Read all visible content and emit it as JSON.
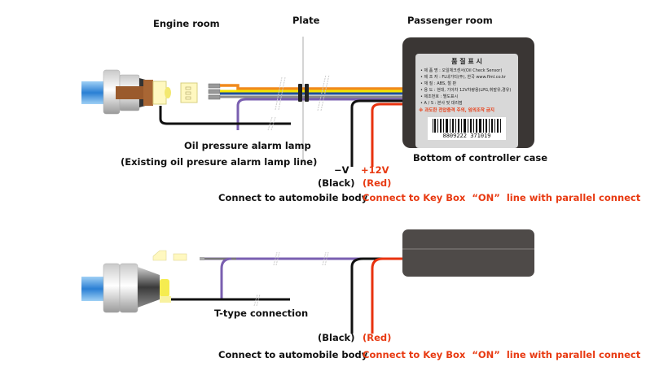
{
  "headers": {
    "engine_room": "Engine room",
    "plate": "Plate",
    "passenger_room": "Passenger room"
  },
  "top_diagram": {
    "oil_lamp": "Oil pressure alarm lamp",
    "existing_line": "(Existing oil presure alarm lamp line)",
    "minus_v": "−V",
    "black": "(Black)",
    "plus_12v": "+12V",
    "red": "(Red)",
    "case_caption": "Bottom of controller case",
    "connect_body": "Connect to automobile body",
    "connect_key": "Connect to Key Box  “ON”  line with parallel connect"
  },
  "case_label": {
    "title": "품 질 표 시",
    "lines": [
      "• 제 품 명 : 오일체크센서(Oil Check Sensor)",
      "• 제 조 자 : FL네가티(주), 한국  www.flml.co.kr",
      "• 재      질 : ABS, 철 판",
      "• 용      도 : 현대, 기아차 12V차량용(LPG,휘발유,경유)",
      "• 제조번호 : 별도표시",
      "• A  /  S : 본사 및 대리점"
    ],
    "warning": "※ 과도한 전압충격 주의, 임의조작 금지",
    "barcode": "8809222 371019"
  },
  "bottom_diagram": {
    "t_type": "T-type connection",
    "black": "(Black)",
    "red": "(Red)",
    "connect_body": "Connect to automobile body",
    "connect_key": "Connect to Key Box  “ON”  line with parallel connect"
  },
  "colors": {
    "wire_orange": "#f08a1c",
    "wire_yellow": "#f3e600",
    "wire_blue": "#1d4f9c",
    "wire_gray": "#8a8a8a",
    "wire_purple": "#7a5fb0",
    "wire_black": "#111111",
    "wire_red": "#e8320e",
    "case": "#3a3634",
    "label_red": "#e83a12"
  }
}
